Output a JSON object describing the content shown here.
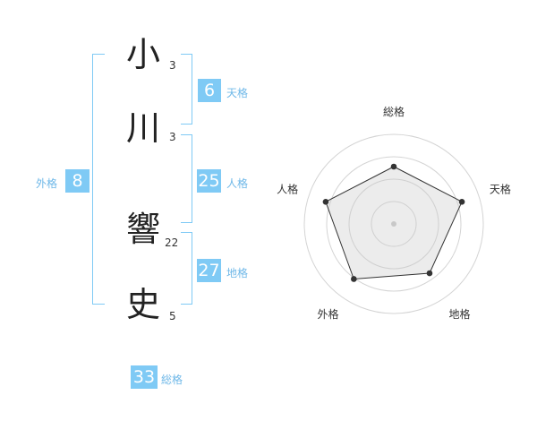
{
  "name": {
    "chars": [
      {
        "char": "小",
        "strokes": "3"
      },
      {
        "char": "川",
        "strokes": "3"
      },
      {
        "char": "響",
        "strokes": "22"
      },
      {
        "char": "史",
        "strokes": "5"
      }
    ]
  },
  "fortunes": {
    "tenkaku": {
      "value": "6",
      "label": "天格"
    },
    "jinkaku": {
      "value": "25",
      "label": "人格"
    },
    "chikaku": {
      "value": "27",
      "label": "地格"
    },
    "gaikaku": {
      "value": "8",
      "label": "外格"
    },
    "soukaku": {
      "value": "33",
      "label": "総格"
    }
  },
  "colors": {
    "accent": "#7fcaf5",
    "accent_text": "#6fb8e8"
  },
  "chart_data": {
    "type": "radar",
    "axes": [
      "総格",
      "天格",
      "地格",
      "外格",
      "人格"
    ],
    "values": [
      3.2,
      4.0,
      3.4,
      3.8,
      4.0
    ],
    "max": 5,
    "rings": 4
  }
}
